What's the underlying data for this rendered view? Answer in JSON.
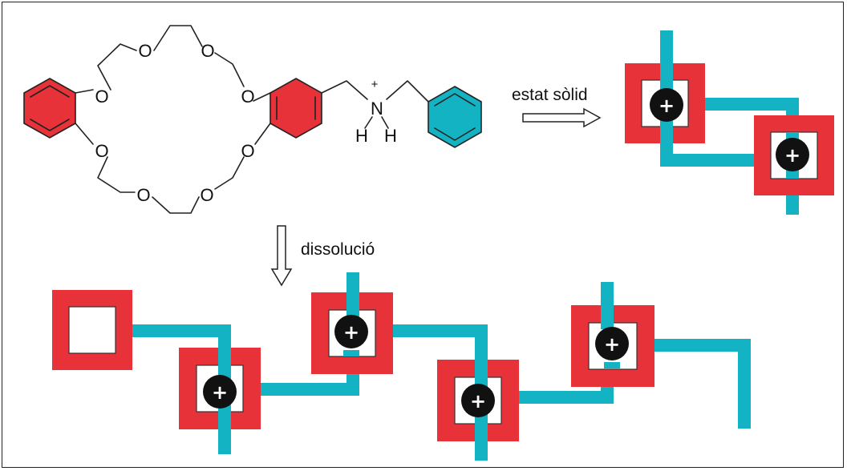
{
  "atoms": {
    "oxygen": "O",
    "nitrogen": "N",
    "hydrogen": "H",
    "charge": "+"
  },
  "labels": {
    "solid_state": "estat sòlid",
    "solution": "dissolució"
  },
  "colors": {
    "crown_ether": "#e8323a",
    "ammonium_rod": "#14b3c4",
    "ammonium_center": "#111111"
  }
}
